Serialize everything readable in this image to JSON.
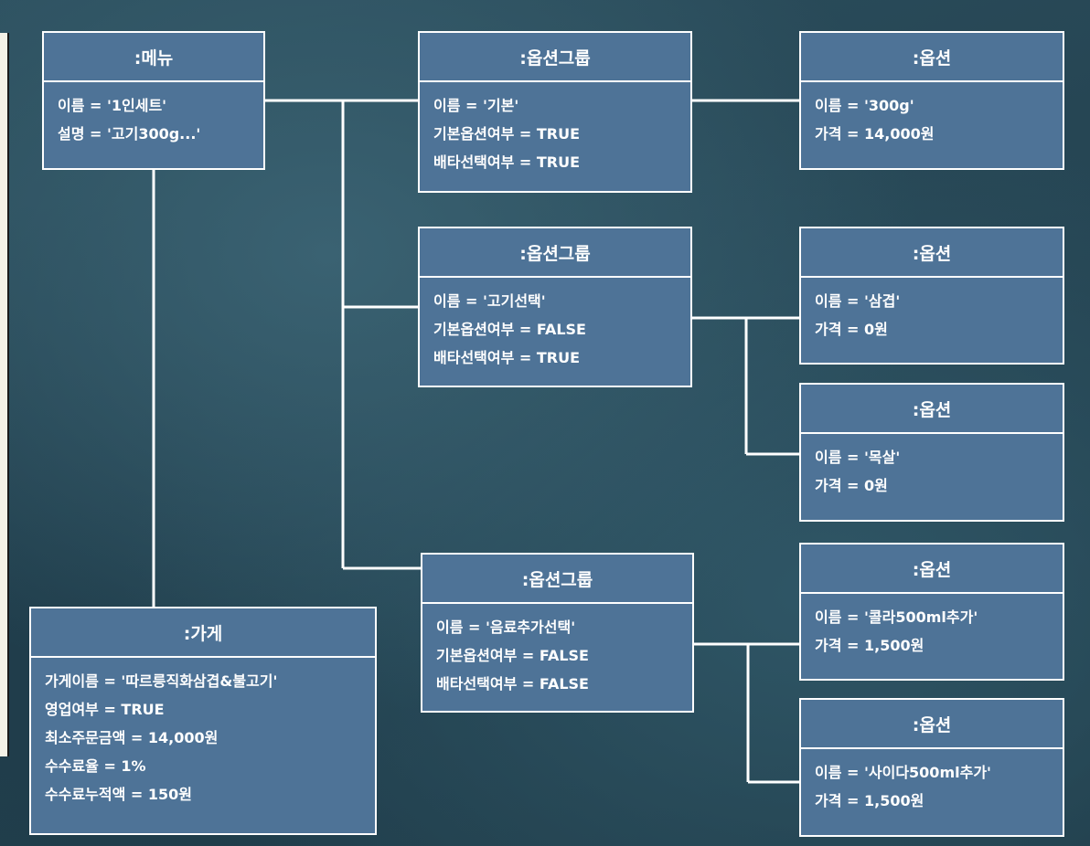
{
  "menu": {
    "title": ":메뉴",
    "attrs": [
      "이름 = '1인세트'",
      "설명 = '고기300g...'"
    ]
  },
  "store": {
    "title": ":가게",
    "attrs": [
      "가게이름 = '따르릉직화삼겹&불고기'",
      "영업여부 = TRUE",
      "최소주문금액 = 14,000원",
      "수수료율 = 1%",
      "수수료누적액 = 150원"
    ]
  },
  "option_groups": [
    {
      "title": ":옵션그룹",
      "attrs": [
        "이름 = '기본'",
        "기본옵션여부 = TRUE",
        "배타선택여부 = TRUE"
      ]
    },
    {
      "title": ":옵션그룹",
      "attrs": [
        "이름 = '고기선택'",
        "기본옵션여부 = FALSE",
        "배타선택여부 = TRUE"
      ]
    },
    {
      "title": ":옵션그룹",
      "attrs": [
        "이름 = '음료추가선택'",
        "기본옵션여부 = FALSE",
        "배타선택여부 = FALSE"
      ]
    }
  ],
  "options": [
    {
      "title": ":옵션",
      "attrs": [
        "이름 = '300g'",
        "가격 = 14,000원"
      ]
    },
    {
      "title": ":옵션",
      "attrs": [
        "이름 = '삼겹'",
        "가격 = 0원"
      ]
    },
    {
      "title": ":옵션",
      "attrs": [
        "이름 = '목살'",
        "가격 = 0원"
      ]
    },
    {
      "title": ":옵션",
      "attrs": [
        "이름 = '콜라500ml추가'",
        "가격 = 1,500원"
      ]
    },
    {
      "title": ":옵션",
      "attrs": [
        "이름 = '사이다500ml추가'",
        "가격 = 1,500원"
      ]
    }
  ],
  "colors": {
    "box_fill": "#4e7397",
    "border": "#ffffff",
    "background": "#264653"
  }
}
